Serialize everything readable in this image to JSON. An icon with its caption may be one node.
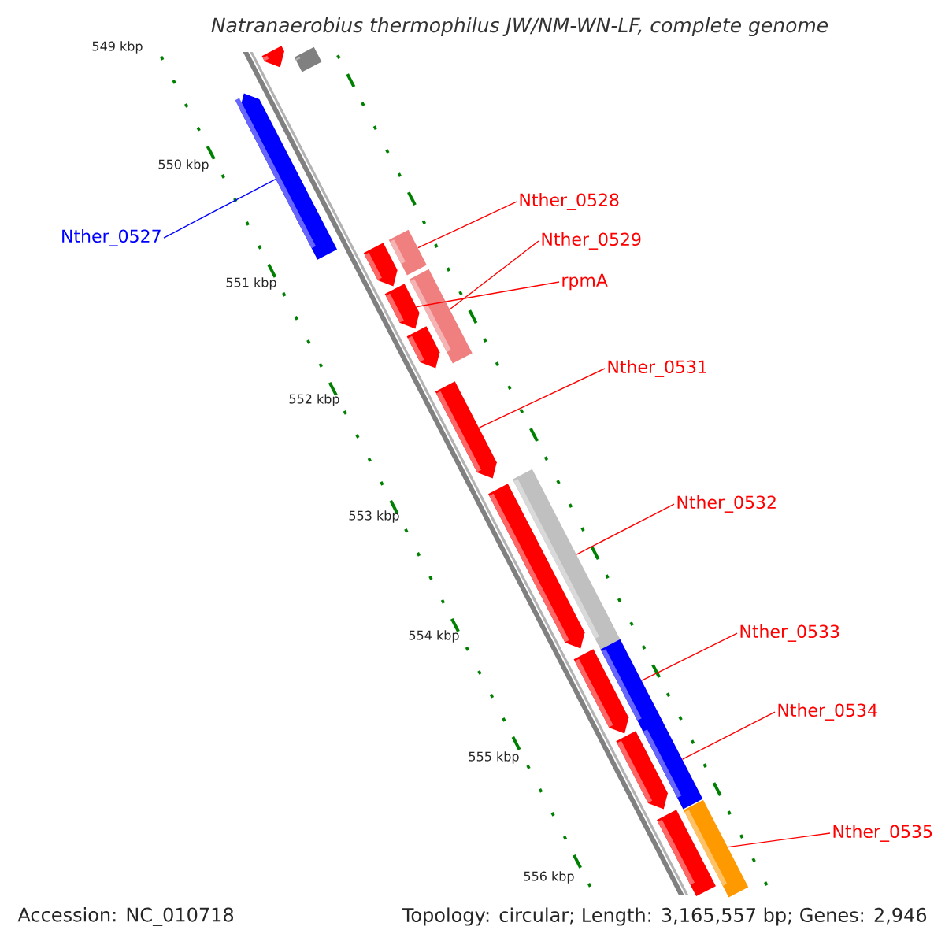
{
  "diagram": {
    "title": "Natranaerobius thermophilus JW/NM-WN-LF, complete genome",
    "nodes": [
      {
        "text": [
          "Nther_0527"
        ]
      },
      {
        "text": [
          "Nther_0528"
        ]
      },
      {
        "text": [
          "Nther_0529"
        ]
      },
      {
        "text": [
          "rpmA"
        ]
      },
      {
        "text": [
          "Nther_0531"
        ]
      },
      {
        "text": [
          "Nther_0532"
        ]
      },
      {
        "text": [
          "Nther_0533"
        ]
      },
      {
        "text": [
          "Nther_0534"
        ]
      },
      {
        "text": [
          "Nther_0535"
        ]
      },
      {
        "text": [],
        "shape": "bar"
      },
      {
        "text": [],
        "shape": "bar"
      },
      {
        "text": [],
        "shape": "bar"
      },
      {
        "text": [],
        "shape": "bar"
      },
      {
        "text": [],
        "shape": "bar"
      },
      {
        "text": [],
        "shape": "bar"
      },
      {
        "text": [],
        "shape": "bar"
      },
      {
        "text": [],
        "shape": "bar"
      },
      {
        "text": [],
        "shape": "bar"
      },
      {
        "text": [],
        "shape": "bar"
      },
      {
        "text": [],
        "shape": "bar"
      },
      {
        "text": [],
        "shape": "bar"
      },
      {
        "text": [],
        "shape": "bar"
      },
      {
        "text": [],
        "shape": "bar"
      },
      {
        "text": [],
        "shape": "bar"
      },
      {
        "text": [],
        "shape": "bar"
      },
      {
        "text": [],
        "shape": "bar"
      }
    ],
    "edges": [
      {
        "from": 0,
        "to": 11,
        "arrow": "none",
        "color": "#0000ff"
      },
      {
        "from": 1,
        "to": 15,
        "arrow": "none"
      },
      {
        "from": 2,
        "to": 16,
        "arrow": "none"
      },
      {
        "from": 3,
        "to": 13,
        "arrow": "none"
      },
      {
        "from": 4,
        "to": 17,
        "arrow": "none"
      },
      {
        "from": 5,
        "to": 19,
        "arrow": "none"
      },
      {
        "from": 6,
        "to": 21,
        "arrow": "none"
      },
      {
        "from": 7,
        "to": 23,
        "arrow": "none"
      },
      {
        "from": 8,
        "to": 25,
        "arrow": "none"
      }
    ],
    "labels": [
      "549 kbp",
      "550 kbp",
      "551 kbp",
      "552 kbp",
      "553 kbp",
      "554 kbp",
      "555 kbp",
      "556 kbp",
      "Accession: NC_010718",
      "Topology: circular; Length: 3,165,557 bp; Genes: 2,946"
    ]
  }
}
